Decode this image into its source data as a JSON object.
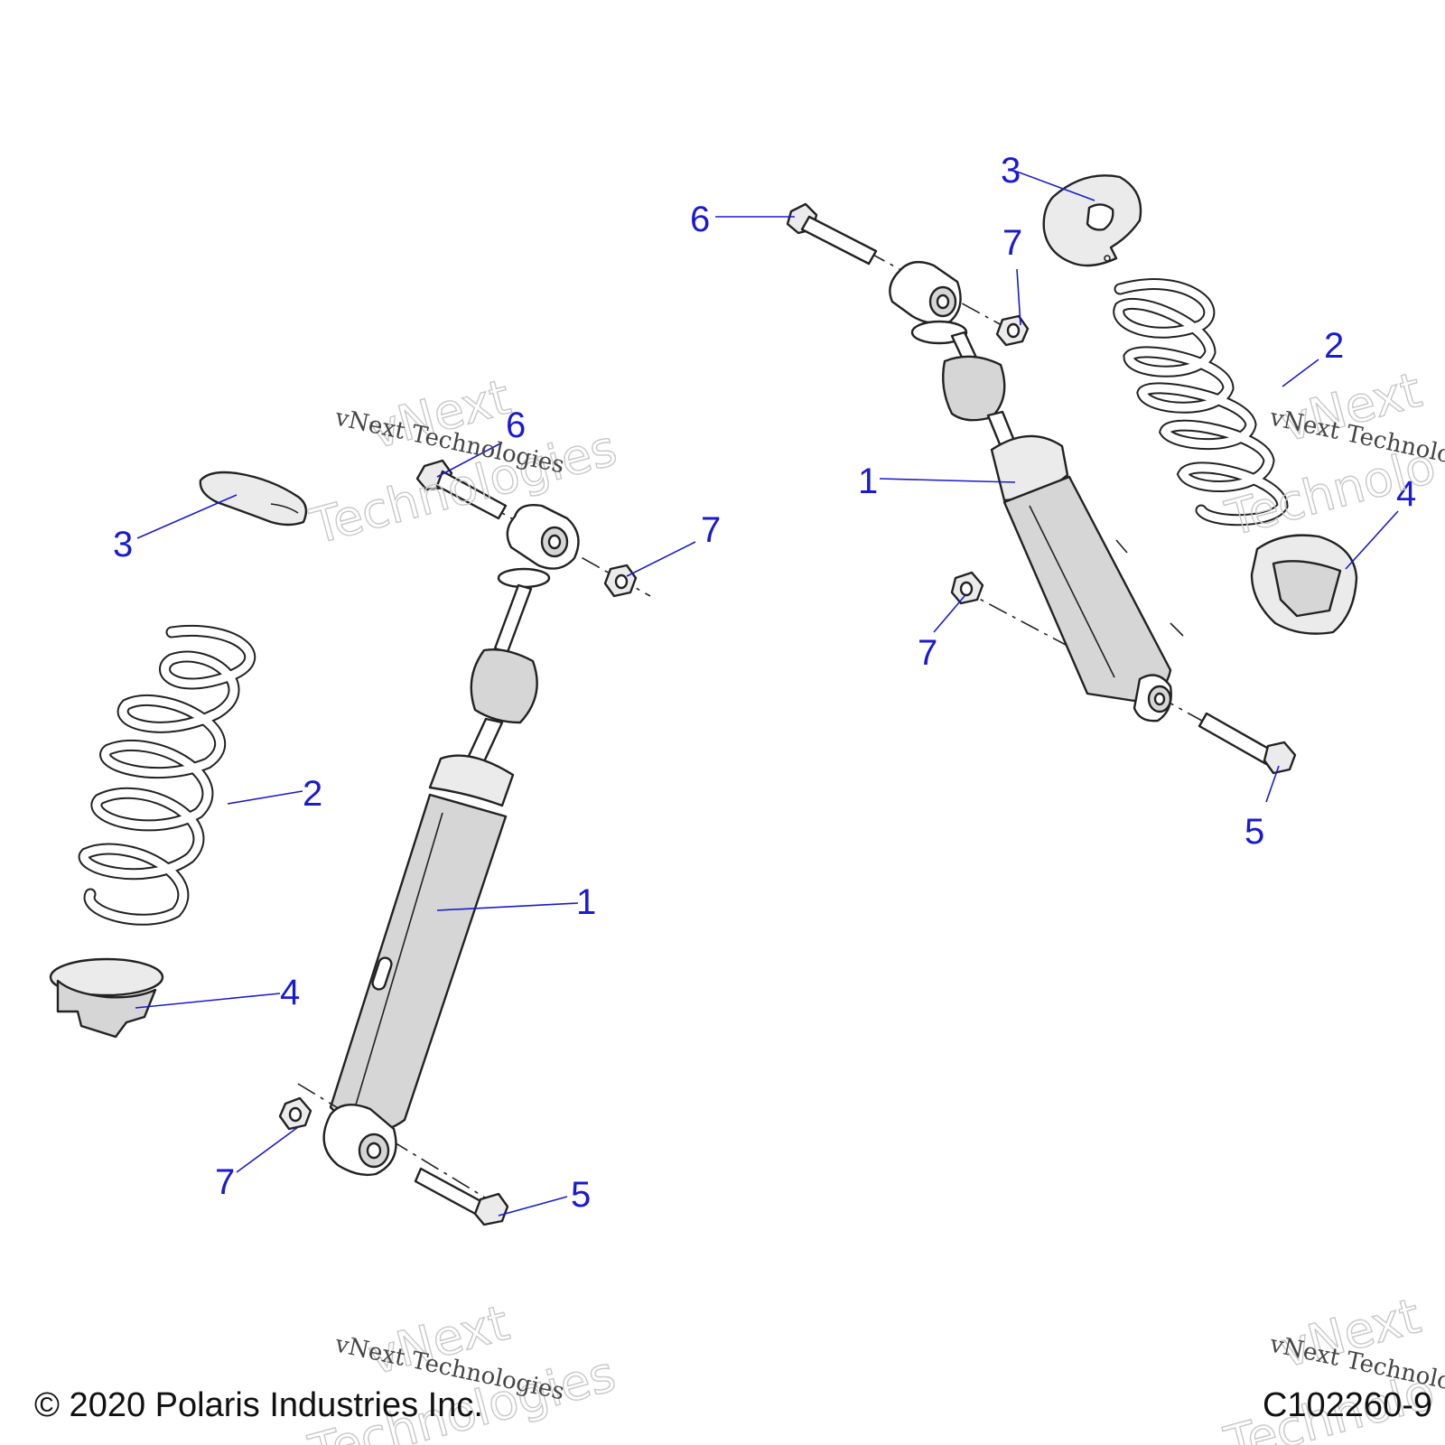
{
  "callouts": {
    "left": {
      "c1": "1",
      "c2": "2",
      "c3": "3",
      "c4": "4",
      "c5": "5",
      "c6": "6",
      "c7a": "7",
      "c7b": "7"
    },
    "right": {
      "c1": "1",
      "c2": "2",
      "c3": "3",
      "c4": "4",
      "c5": "5",
      "c6": "6",
      "c7a": "7",
      "c7b": "7"
    }
  },
  "watermark": {
    "big_line1": "vNext",
    "big_line2": "Technologies",
    "small": "vNext Technologies",
    "right_big_line1": "vNext",
    "right_big_line2": "Technolo",
    "right_small": "vNext Technolo"
  },
  "footer": {
    "copyright": "© 2020 Polaris Industries Inc.",
    "figure_id": "C102260-9"
  },
  "colors": {
    "callout": "#1a1ad0",
    "line": "#222222",
    "shading": "#d6d6d6"
  }
}
